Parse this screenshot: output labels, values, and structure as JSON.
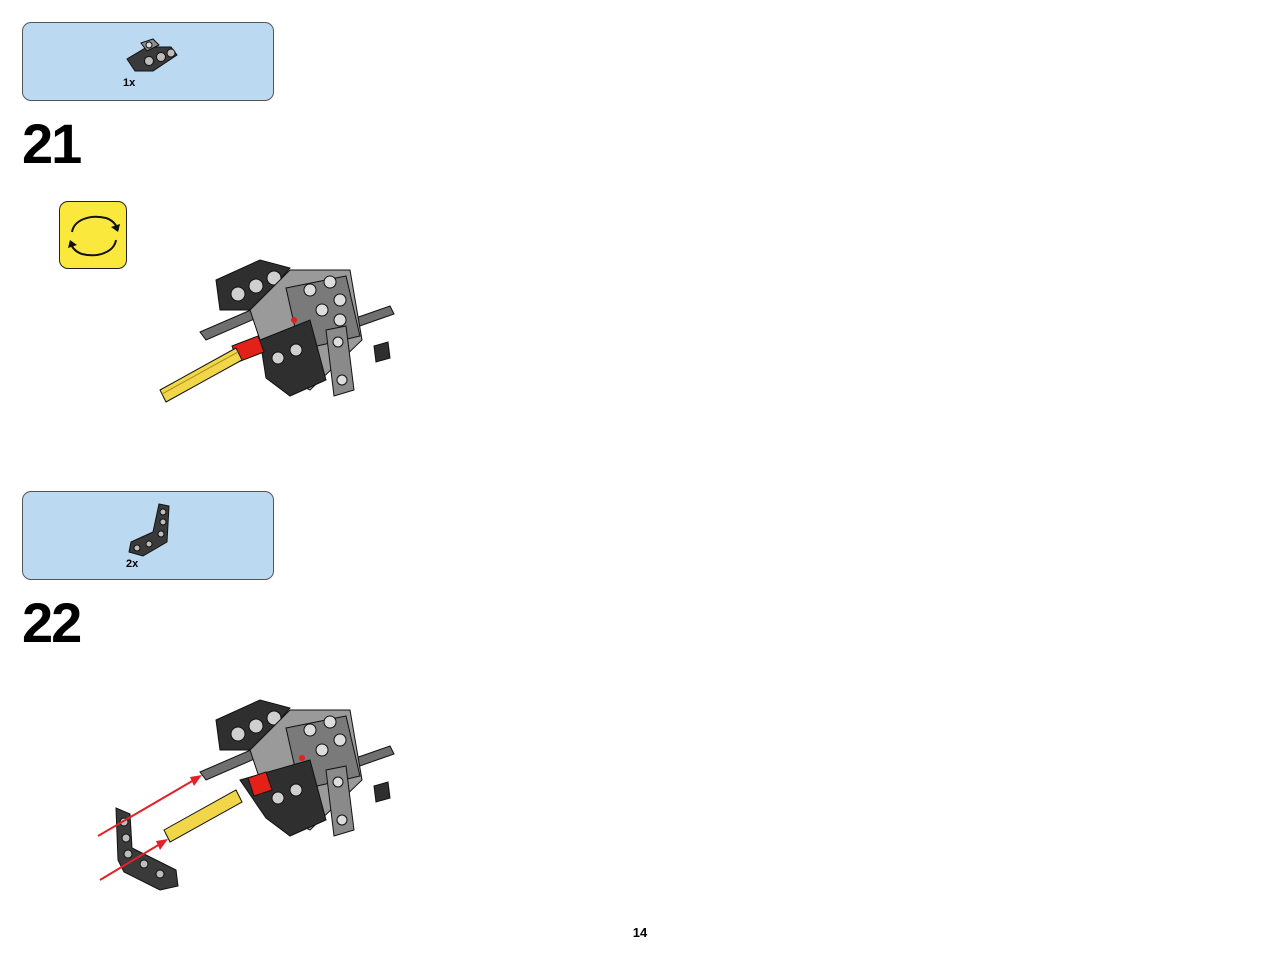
{
  "page": {
    "number": "14"
  },
  "steps": [
    {
      "number": "21",
      "parts": [
        {
          "name": "connector-block-icon",
          "quantity": "1x"
        }
      ],
      "callout": "rotate-model-icon"
    },
    {
      "number": "22",
      "parts": [
        {
          "name": "angled-beam-icon",
          "quantity": "2x"
        }
      ]
    }
  ],
  "colors": {
    "parts_box": "#bcd9f2",
    "rotate_callout": "#fbe83c",
    "highlight_red": "#e32119",
    "axle_yellow": "#f2d64a",
    "arrow_red": "#e0222a"
  }
}
